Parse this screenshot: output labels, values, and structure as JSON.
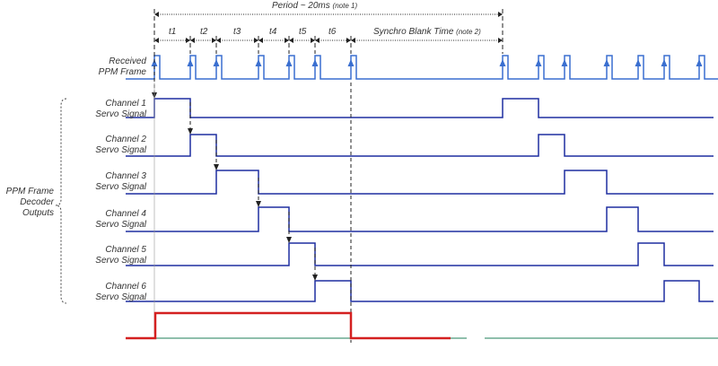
{
  "header": {
    "period_label": "Period ~ 20ms",
    "period_note": "(note 1)",
    "intervals": [
      "t1",
      "t2",
      "t3",
      "t4",
      "t5",
      "t6"
    ],
    "blank_label": "Synchro Blank Time",
    "blank_note": "(note 2)"
  },
  "rows": {
    "ppm": [
      "Received",
      "PPM Frame"
    ],
    "channels": [
      [
        "Channel 1",
        "Servo Signal"
      ],
      [
        "Channel 2",
        "Servo Signal"
      ],
      [
        "Channel 3",
        "Servo Signal"
      ],
      [
        "Channel 4",
        "Servo Signal"
      ],
      [
        "Channel 5",
        "Servo Signal"
      ],
      [
        "Channel 6",
        "Servo Signal"
      ]
    ],
    "group": [
      "PPM Frame",
      "Decoder",
      "Outputs"
    ]
  },
  "colors": {
    "signal": "#1f2fa0",
    "ppm": "#3a6fd0",
    "red": "#d42020",
    "green": "#6aaa90",
    "guide": "#222222"
  }
}
